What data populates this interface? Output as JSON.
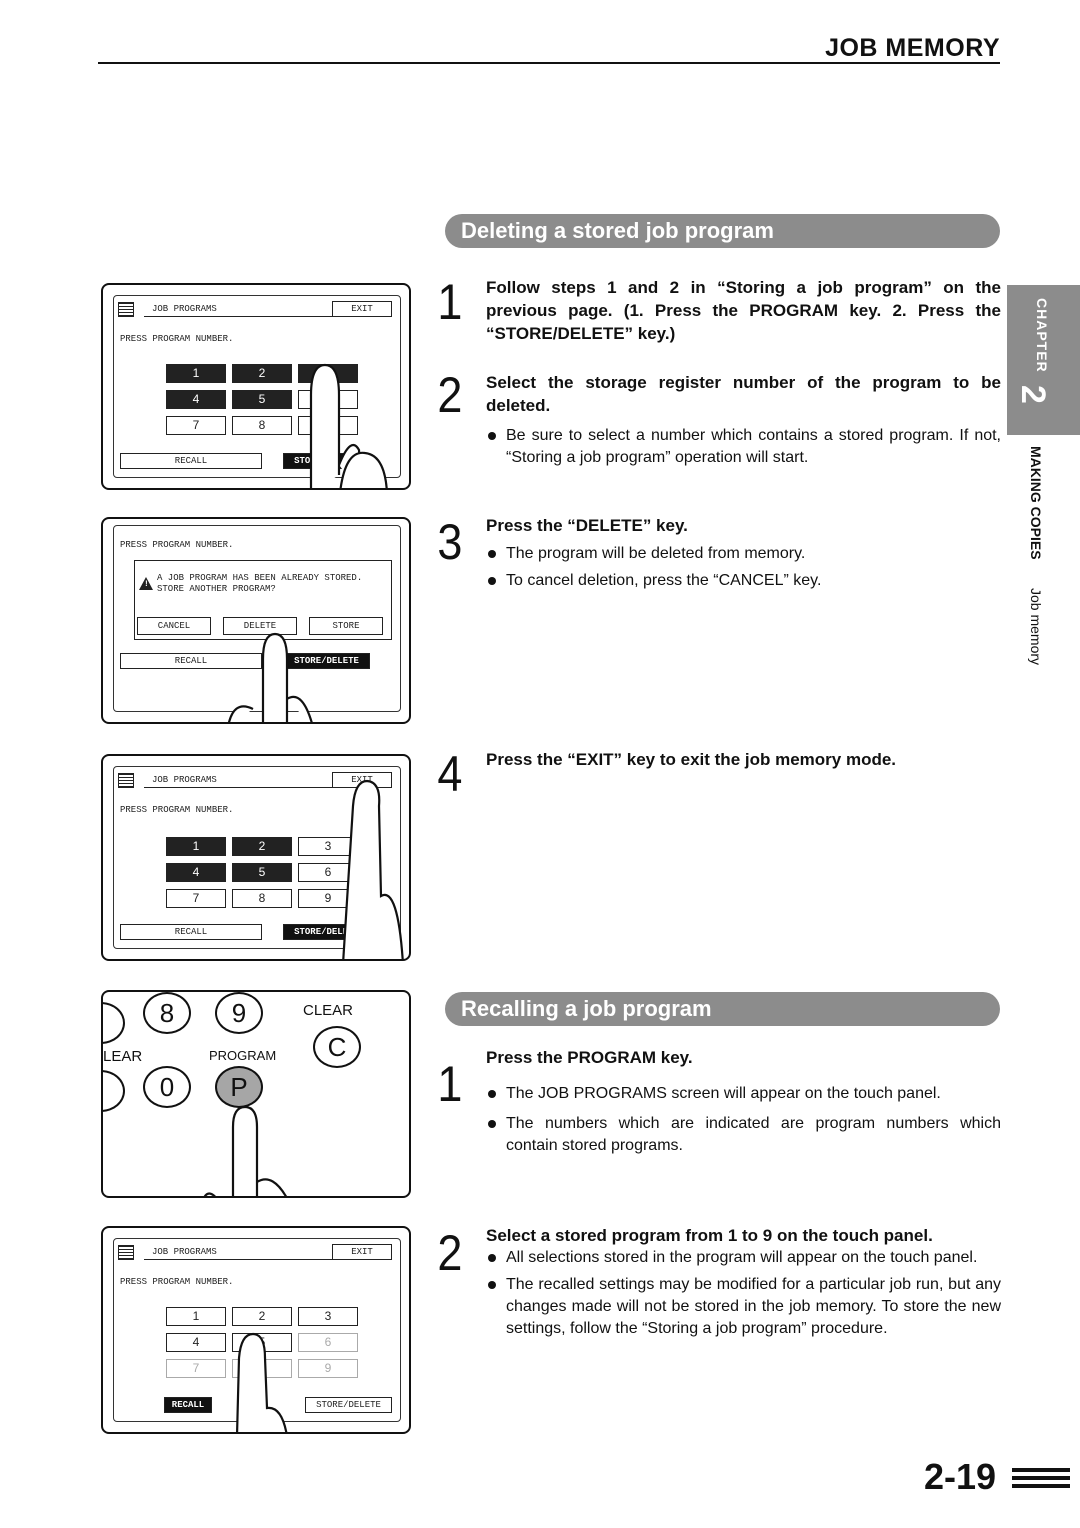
{
  "header": {
    "title": "JOB MEMORY"
  },
  "side_tab": {
    "chapter_word": "CHAPTER",
    "chapter_number": "2",
    "section": "MAKING COPIES",
    "subsection": "Job memory"
  },
  "section_delete": {
    "title": "Deleting a stored job program",
    "steps": [
      {
        "number": "1",
        "heading": "Follow steps 1 and 2 in “Storing a job program” on the previous page. (1. Press the PROGRAM key. 2. Press the “STORE/DELETE” key.)",
        "bullets": []
      },
      {
        "number": "2",
        "heading": "Select the storage register number of the program to be deleted.",
        "bullets": [
          "Be sure to select a number which contains a stored program. If not, “Storing a job program” operation will start."
        ]
      },
      {
        "number": "3",
        "heading": "Press the “DELETE” key.",
        "bullets": [
          "The program will be deleted from memory.",
          "To cancel deletion, press the “CANCEL” key."
        ]
      },
      {
        "number": "4",
        "heading": "Press the “EXIT” key to exit the job memory mode.",
        "bullets": []
      }
    ]
  },
  "section_recall": {
    "title": "Recalling a job program",
    "steps": [
      {
        "number": "1",
        "heading": "Press the PROGRAM key.",
        "bullets": [
          "The JOB PROGRAMS screen will appear on the touch panel.",
          "The numbers which are indicated are program numbers which contain stored programs."
        ]
      },
      {
        "number": "2",
        "heading": "Select a stored program from 1 to 9 on the touch panel.",
        "bullets": [
          "All selections stored in the program will appear on the touch panel.",
          "The recalled settings may be modified for a particular job run, but any changes made will not be stored in the job memory. To store the new settings, follow the “Storing a job program” procedure."
        ]
      }
    ]
  },
  "screen": {
    "title": "JOB PROGRAMS",
    "exit": "EXIT",
    "prompt": "PRESS PROGRAM NUMBER.",
    "numbers": [
      "1",
      "2",
      "3",
      "4",
      "5",
      "6",
      "7",
      "8",
      "9"
    ],
    "recall": "RECALL",
    "store_delete": "STORE/DELETE",
    "dialog_message_1": "A JOB PROGRAM HAS BEEN ALREADY STORED.",
    "dialog_message_2": "STORE ANOTHER PROGRAM?",
    "cancel": "CANCEL",
    "delete": "DELETE",
    "store": "STORE"
  },
  "keypad": {
    "key_8": "8",
    "key_9": "9",
    "key_0": "0",
    "key_p": "P",
    "key_c": "C",
    "clear": "CLEAR",
    "clear_partial": "LEAR",
    "program": "PROGRAM"
  },
  "page": {
    "number": "2-19"
  }
}
